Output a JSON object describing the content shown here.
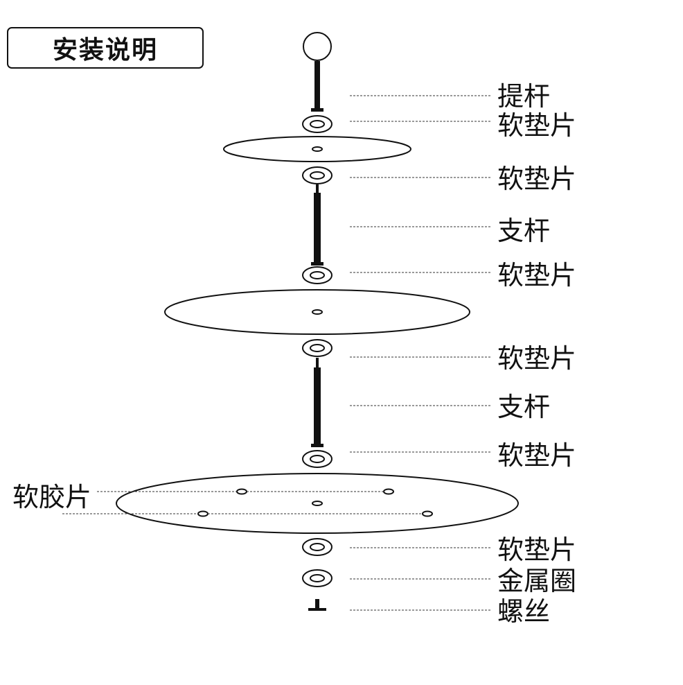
{
  "title": "安装说明",
  "parts": [
    {
      "key": "lift-rod",
      "label": "提杆"
    },
    {
      "key": "pad-1",
      "label": "软垫片"
    },
    {
      "key": "pad-2",
      "label": "软垫片"
    },
    {
      "key": "support-rod-1",
      "label": "支杆"
    },
    {
      "key": "pad-3",
      "label": "软垫片"
    },
    {
      "key": "pad-4",
      "label": "软垫片"
    },
    {
      "key": "support-rod-2",
      "label": "支杆"
    },
    {
      "key": "pad-5",
      "label": "软垫片"
    },
    {
      "key": "rubber-pad",
      "label": "软胶片"
    },
    {
      "key": "pad-6",
      "label": "软垫片"
    },
    {
      "key": "metal-ring",
      "label": "金属圈"
    },
    {
      "key": "screw",
      "label": "螺丝"
    }
  ]
}
